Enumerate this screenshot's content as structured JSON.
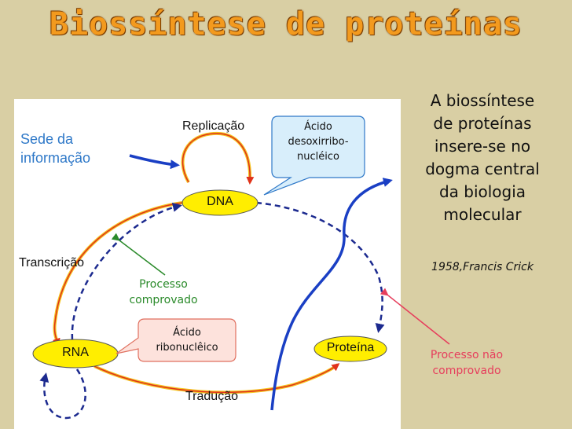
{
  "title": "Biossíntese de proteínas",
  "diagram": {
    "sede": [
      "Sede da",
      "informação"
    ],
    "replicacao": "Replicação",
    "dna": "DNA",
    "rna": "RNA",
    "proteina": "Proteína",
    "transcricao": "Transcrição",
    "traducao": "Tradução",
    "acido_dna": [
      "Ácido",
      "desoxirribo-",
      "nucléico"
    ],
    "acido_rna": [
      "Ácido",
      "ribonuclêico"
    ],
    "processo_comprovado": [
      "Processo",
      "comprovado"
    ]
  },
  "side": {
    "text": [
      "A biossíntese",
      "de proteínas",
      "insere-se no",
      "dogma central",
      "da biologia",
      "molecular"
    ],
    "citation": "1958,Francis Crick",
    "nao_comprovado": [
      "Processo não",
      "comprovado"
    ]
  },
  "colors": {
    "title": "#f39a1e",
    "ellipse": "#ffee00",
    "label_blue": "#2e78c8",
    "callout_blue": "#d8eefb",
    "callout_pink": "#fde2dc",
    "green": "#2a8a2a",
    "pink": "#e63e5c",
    "navy": "#1c2a8f"
  }
}
